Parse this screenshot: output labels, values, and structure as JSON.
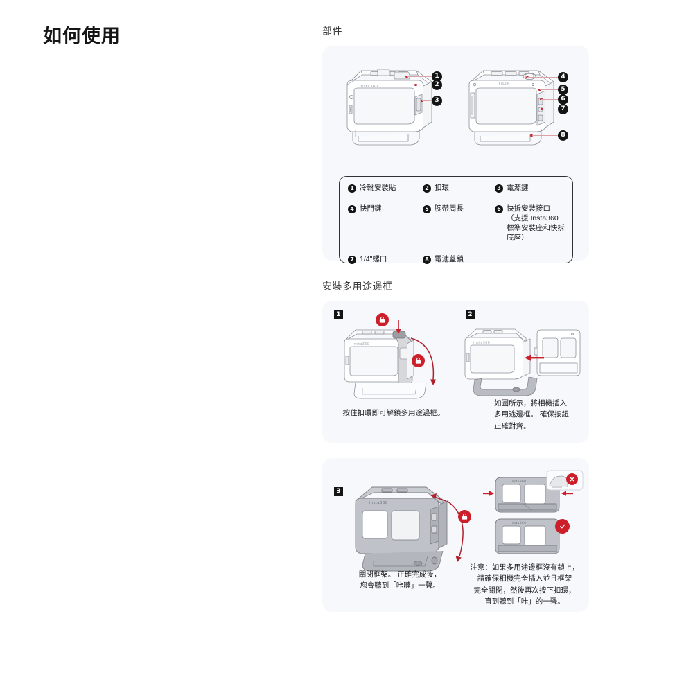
{
  "document": {
    "title": "如何使用"
  },
  "sections": {
    "parts": {
      "heading": "部件",
      "legend": [
        {
          "num": "1",
          "label": "冷靴安裝貼"
        },
        {
          "num": "2",
          "label": "扣環"
        },
        {
          "num": "3",
          "label": "電源鍵"
        },
        {
          "num": "4",
          "label": "快門鍵"
        },
        {
          "num": "5",
          "label": "腕帶周長"
        },
        {
          "num": "6",
          "label": "快拆安裝接口",
          "sub": "（支援 Insta360 標準安裝座和快拆底座）"
        },
        {
          "num": "7",
          "label": "1/4\"螺口"
        },
        {
          "num": "8",
          "label": "電池蓋鎖"
        }
      ],
      "callouts_left": [
        "1",
        "2",
        "3"
      ],
      "callouts_right": [
        "4",
        "5",
        "6",
        "7",
        "8"
      ],
      "brand_left": "insta360",
      "brand_right": "TILTA"
    },
    "install": {
      "heading": "安裝多用途邊框",
      "steps": [
        {
          "num": "1",
          "caption": "按住扣環即可解鎖多用途邊框。"
        },
        {
          "num": "2",
          "caption": "如圖所示，將相機插入\n多用途邊框。 確保按鈕\n正確對齊。"
        },
        {
          "num": "3",
          "caption": "關閉框架。 正確完成後，\n您會聽到「咔噠」一聲。"
        }
      ],
      "note": "注意：如果多用途邊框沒有鎖上，\n請確保相機完全插入並且框架\n完全關閉，然後再次按下扣環，\n直到聽到「咔」的一聲。",
      "icons": {
        "incorrect": "cross-circle-icon",
        "correct": "check-circle-icon",
        "unlock": "unlock-icon",
        "lock": "lock-icon"
      }
    }
  },
  "colors": {
    "panel_bg": "#f6f8fb",
    "accent_red": "#cc1f2a",
    "lead_line": "#d9a3a8",
    "badge_black": "#141414",
    "text": "#1d1d1f"
  }
}
